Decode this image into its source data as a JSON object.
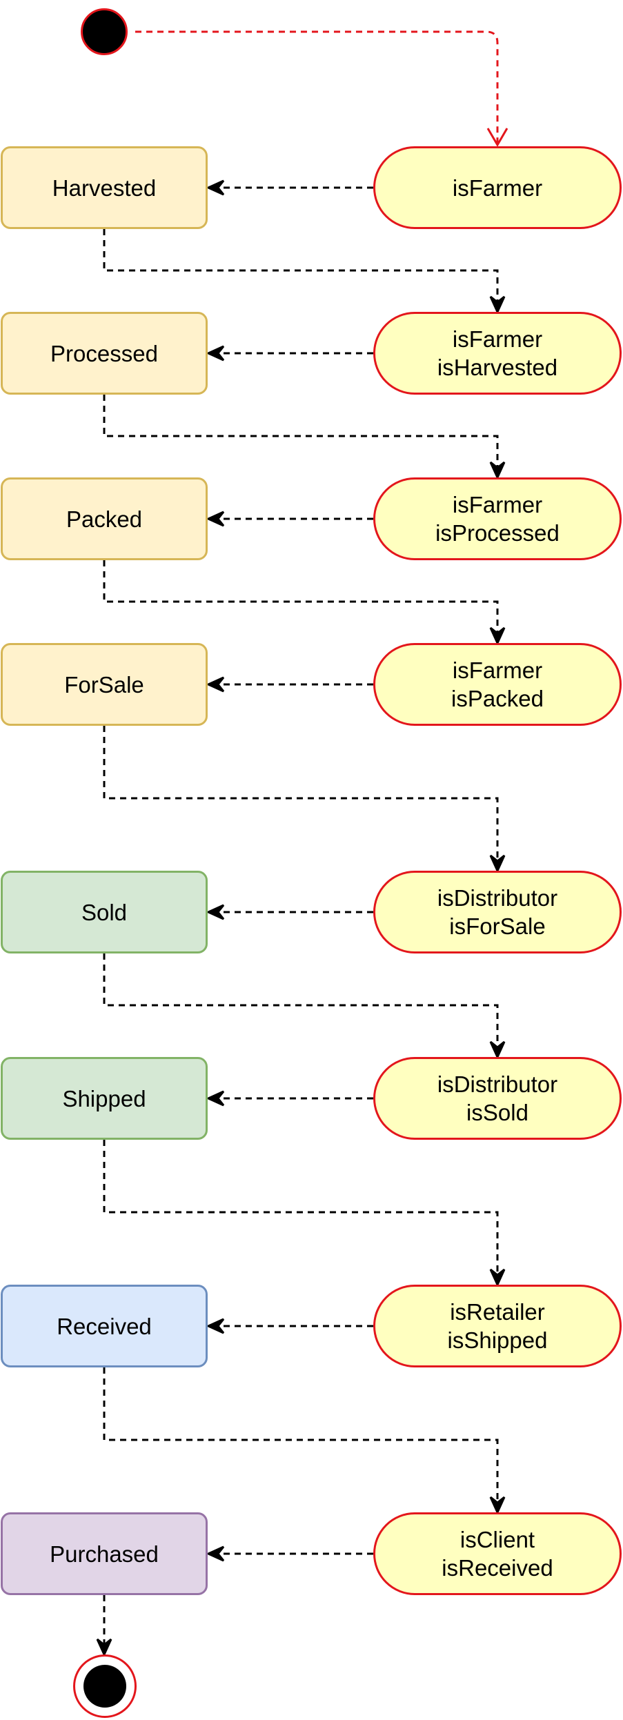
{
  "colors": {
    "farmer_fill": "#fff2cc",
    "farmer_stroke": "#d6b656",
    "distributor_fill": "#d5e8d4",
    "distributor_stroke": "#82b366",
    "retailer_fill": "#dae8fc",
    "retailer_stroke": "#6c8ebf",
    "client_fill": "#e1d5e7",
    "client_stroke": "#9673a6",
    "guard_fill": "#ffffc0",
    "guard_stroke": "#e3161c",
    "edge": "#000000",
    "start_edge": "#e3161c"
  },
  "states": [
    {
      "label": "Harvested",
      "group": "farmer"
    },
    {
      "label": "Processed",
      "group": "farmer"
    },
    {
      "label": "Packed",
      "group": "farmer"
    },
    {
      "label": "ForSale",
      "group": "farmer"
    },
    {
      "label": "Sold",
      "group": "distributor"
    },
    {
      "label": "Shipped",
      "group": "distributor"
    },
    {
      "label": "Received",
      "group": "retailer"
    },
    {
      "label": "Purchased",
      "group": "client"
    }
  ],
  "guards": [
    {
      "lines": [
        "isFarmer"
      ]
    },
    {
      "lines": [
        "isFarmer",
        "isHarvested"
      ]
    },
    {
      "lines": [
        "isFarmer",
        "isProcessed"
      ]
    },
    {
      "lines": [
        "isFarmer",
        "isPacked"
      ]
    },
    {
      "lines": [
        "isDistributor",
        "isForSale"
      ]
    },
    {
      "lines": [
        "isDistributor",
        "isSold"
      ]
    },
    {
      "lines": [
        "isRetailer",
        "isShipped"
      ]
    },
    {
      "lines": [
        "isClient",
        "isReceived"
      ]
    }
  ]
}
